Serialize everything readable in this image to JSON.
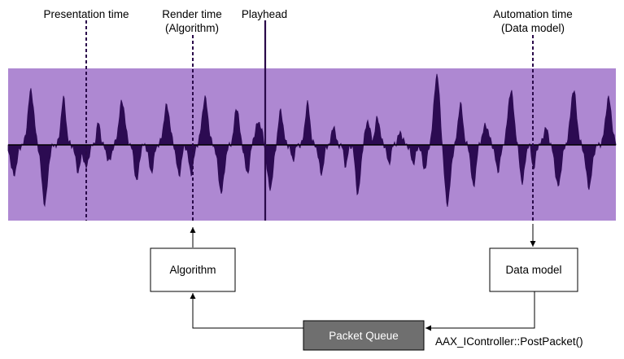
{
  "labels": {
    "presentation_time": "Presentation time",
    "render_time_line1": "Render time",
    "render_time_line2": "(Algorithm)",
    "playhead": "Playhead",
    "automation_time_line1": "Automation time",
    "automation_time_line2": "(Data model)"
  },
  "boxes": {
    "algorithm": "Algorithm",
    "data_model": "Data model",
    "packet_queue": "Packet Queue"
  },
  "call_label": "AAX_IController::PostPacket()",
  "colors": {
    "waveform_background": "#ae88d2",
    "waveform_fill": "#2c0b52",
    "packet_queue_fill": "#6f6f6f",
    "lines": "#000000"
  }
}
